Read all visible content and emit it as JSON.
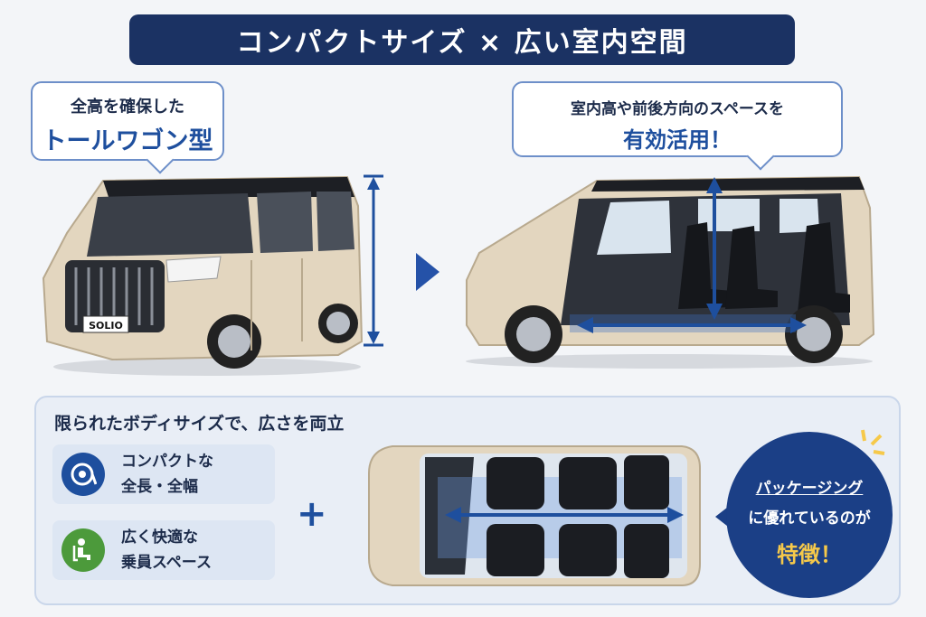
{
  "title": "コンパクトサイズ × 広い室内空間",
  "left_bubble": {
    "line1": "全高を確保した",
    "line2": "トールワゴン型"
  },
  "right_bubble": {
    "line1": "室内高や前後方向のスペースを",
    "line2": "有効活用！"
  },
  "car_badge": "SOLIO",
  "bottom": {
    "heading": "限られたボディサイズで、広さを両立",
    "features": [
      {
        "line1": "コンパクトな",
        "line2": "全長・全幅",
        "icon": "measuring-tape-icon"
      },
      {
        "line1": "広く快適な",
        "line2": "乗員スペース",
        "icon": "seated-person-icon"
      }
    ],
    "plus": "+"
  },
  "badge": {
    "line1": "パッケージング",
    "line2": "に優れているのが",
    "line3": "特徴！"
  },
  "colors": {
    "navy": "#1b3263",
    "accent_blue": "#1e4f9e",
    "gold": "#f6c94a",
    "green": "#4c9a3b",
    "car_beige": "#e3d6bf"
  }
}
